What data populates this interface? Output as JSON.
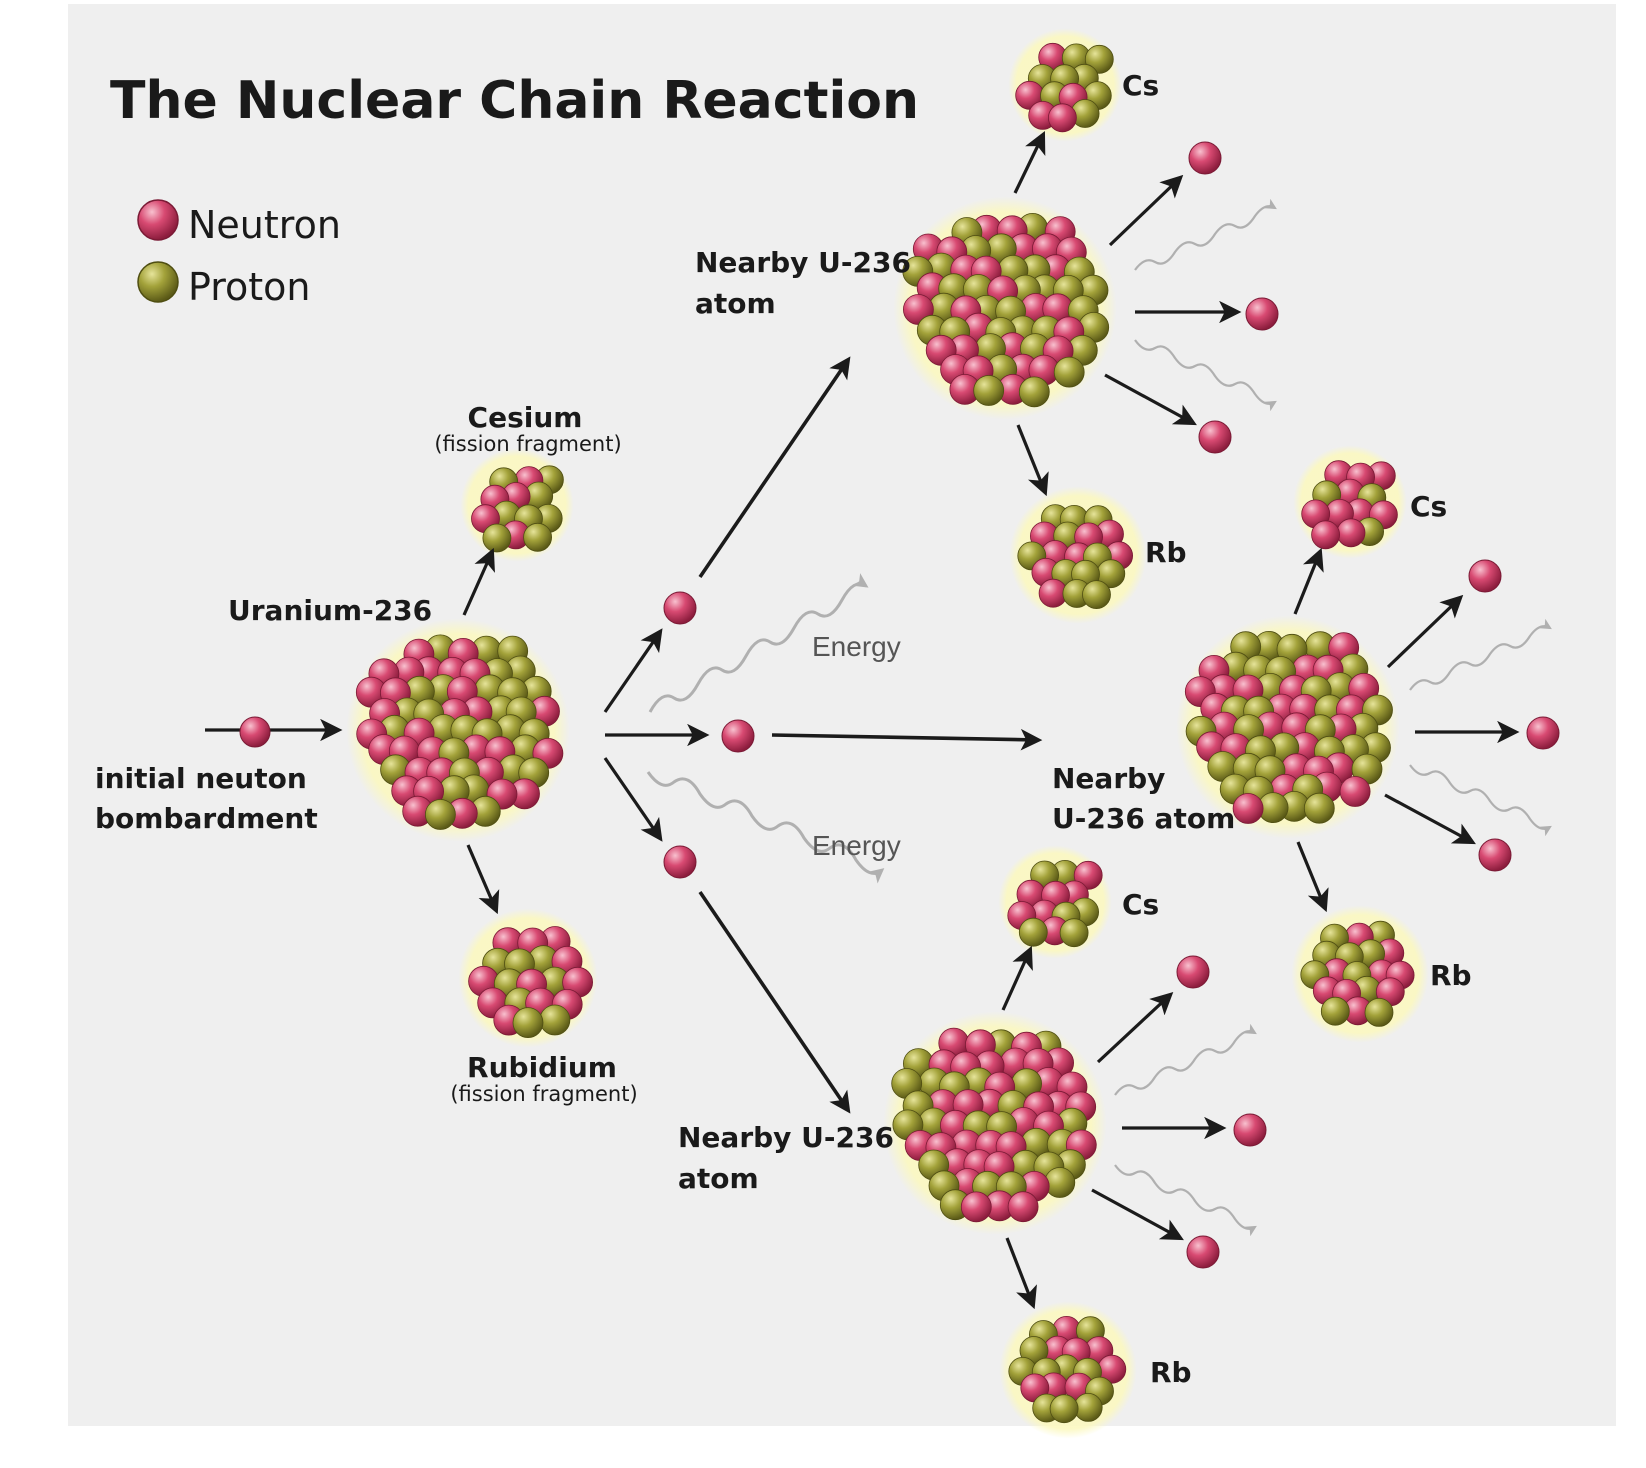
{
  "title": "The Nuclear Chain Reaction",
  "legend": {
    "neutron": "Neutron",
    "proton": "Proton"
  },
  "labels": {
    "cesium": "Cesium",
    "cesium_sub": "(fission fragment)",
    "uranium": "Uranium-236",
    "initial_1": "initial neuton",
    "initial_2": "bombardment",
    "rubidium": "Rubidium",
    "rubidium_sub": "(fission fragment)",
    "energy": "Energy",
    "nearby_top_1": "Nearby U-236",
    "nearby_top_2": "atom",
    "nearby_mid_1": "Nearby",
    "nearby_mid_2": "U-236 atom",
    "nearby_bot_1": "Nearby U-236",
    "nearby_bot_2": "atom",
    "cs": "Cs",
    "rb": "Rb"
  },
  "colors": {
    "neutron": "#c8385f",
    "neutron_light": "#f4a9bd",
    "proton": "#8a8a2a",
    "proton_light": "#d6d47a",
    "glow": "#f6f3a8",
    "arrow": "#1b1b1b",
    "energy": "#9a9a9a",
    "background": "#efefef"
  }
}
